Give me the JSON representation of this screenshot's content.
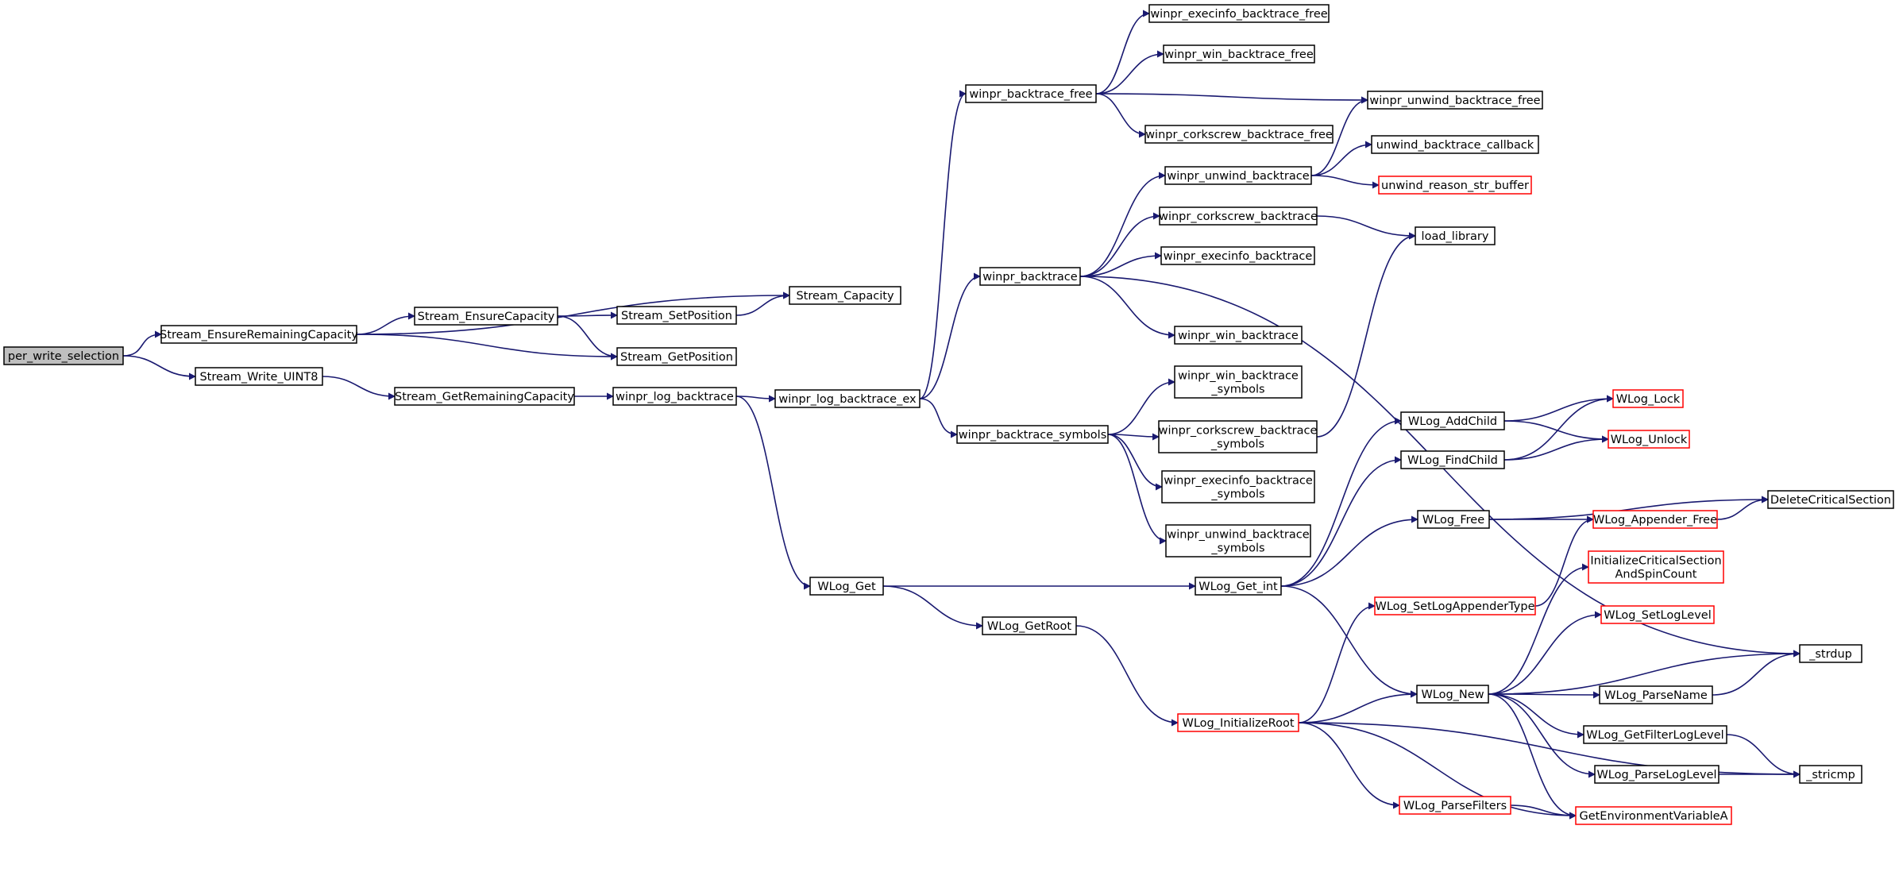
{
  "diagram": {
    "kind": "call graph",
    "colors": {
      "edge": "#191970",
      "node_border": "#000000",
      "truncated_node_border": "#ff0000",
      "root_fill": "#bfbfbf"
    },
    "nodes": [
      {
        "id": "per_write_selection",
        "lines": [
          "per_write_selection"
        ],
        "style": "root"
      },
      {
        "id": "Stream_EnsureRemainingCapacity",
        "lines": [
          "Stream_EnsureRemainingCapacity"
        ],
        "style": "normal"
      },
      {
        "id": "Stream_Write_UINT8",
        "lines": [
          "Stream_Write_UINT8"
        ],
        "style": "normal"
      },
      {
        "id": "Stream_EnsureCapacity",
        "lines": [
          "Stream_EnsureCapacity"
        ],
        "style": "normal"
      },
      {
        "id": "Stream_GetPosition",
        "lines": [
          "Stream_GetPosition"
        ],
        "style": "normal"
      },
      {
        "id": "Stream_Capacity",
        "lines": [
          "Stream_Capacity"
        ],
        "style": "normal"
      },
      {
        "id": "Stream_SetPosition",
        "lines": [
          "Stream_SetPosition"
        ],
        "style": "normal"
      },
      {
        "id": "Stream_GetRemainingCapacity",
        "lines": [
          "Stream_GetRemainingCapacity"
        ],
        "style": "normal"
      },
      {
        "id": "winpr_log_backtrace",
        "lines": [
          "winpr_log_backtrace"
        ],
        "style": "normal"
      },
      {
        "id": "winpr_log_backtrace_ex",
        "lines": [
          "winpr_log_backtrace_ex"
        ],
        "style": "normal"
      },
      {
        "id": "WLog_Get",
        "lines": [
          "WLog_Get"
        ],
        "style": "normal"
      },
      {
        "id": "winpr_backtrace_free",
        "lines": [
          "winpr_backtrace_free"
        ],
        "style": "normal"
      },
      {
        "id": "winpr_backtrace",
        "lines": [
          "winpr_backtrace"
        ],
        "style": "normal"
      },
      {
        "id": "winpr_backtrace_symbols",
        "lines": [
          "winpr_backtrace_symbols"
        ],
        "style": "normal"
      },
      {
        "id": "winpr_execinfo_backtrace_free",
        "lines": [
          "winpr_execinfo_backtrace_free"
        ],
        "style": "normal"
      },
      {
        "id": "winpr_win_backtrace_free",
        "lines": [
          "winpr_win_backtrace_free"
        ],
        "style": "normal"
      },
      {
        "id": "winpr_unwind_backtrace_free",
        "lines": [
          "winpr_unwind_backtrace_free"
        ],
        "style": "normal"
      },
      {
        "id": "winpr_corkscrew_backtrace_free",
        "lines": [
          "winpr_corkscrew_backtrace_free"
        ],
        "style": "normal"
      },
      {
        "id": "winpr_unwind_backtrace",
        "lines": [
          "winpr_unwind_backtrace"
        ],
        "style": "normal"
      },
      {
        "id": "unwind_backtrace_callback",
        "lines": [
          "unwind_backtrace_callback"
        ],
        "style": "normal"
      },
      {
        "id": "unwind_reason_str_buffer",
        "lines": [
          "unwind_reason_str_buffer"
        ],
        "style": "truncated"
      },
      {
        "id": "winpr_corkscrew_backtrace",
        "lines": [
          "winpr_corkscrew_backtrace"
        ],
        "style": "normal"
      },
      {
        "id": "load_library",
        "lines": [
          "load_library"
        ],
        "style": "normal"
      },
      {
        "id": "winpr_execinfo_backtrace",
        "lines": [
          "winpr_execinfo_backtrace"
        ],
        "style": "normal"
      },
      {
        "id": "winpr_win_backtrace",
        "lines": [
          "winpr_win_backtrace"
        ],
        "style": "normal"
      },
      {
        "id": "winpr_win_backtrace_symbols",
        "lines": [
          "winpr_win_backtrace",
          "_symbols"
        ],
        "style": "normal"
      },
      {
        "id": "winpr_corkscrew_backtrace_symbols",
        "lines": [
          "winpr_corkscrew_backtrace",
          "_symbols"
        ],
        "style": "normal"
      },
      {
        "id": "winpr_execinfo_backtrace_symbols",
        "lines": [
          "winpr_execinfo_backtrace",
          "_symbols"
        ],
        "style": "normal"
      },
      {
        "id": "winpr_unwind_backtrace_symbols",
        "lines": [
          "winpr_unwind_backtrace",
          "_symbols"
        ],
        "style": "normal"
      },
      {
        "id": "WLog_GetRoot",
        "lines": [
          "WLog_GetRoot"
        ],
        "style": "normal"
      },
      {
        "id": "WLog_Get_int",
        "lines": [
          "WLog_Get_int"
        ],
        "style": "normal"
      },
      {
        "id": "WLog_InitializeRoot",
        "lines": [
          "WLog_InitializeRoot"
        ],
        "style": "truncated"
      },
      {
        "id": "WLog_AddChild",
        "lines": [
          "WLog_AddChild"
        ],
        "style": "normal"
      },
      {
        "id": "WLog_FindChild",
        "lines": [
          "WLog_FindChild"
        ],
        "style": "normal"
      },
      {
        "id": "WLog_Free",
        "lines": [
          "WLog_Free"
        ],
        "style": "normal"
      },
      {
        "id": "WLog_New",
        "lines": [
          "WLog_New"
        ],
        "style": "normal"
      },
      {
        "id": "WLog_Lock",
        "lines": [
          "WLog_Lock"
        ],
        "style": "truncated"
      },
      {
        "id": "WLog_Unlock",
        "lines": [
          "WLog_Unlock"
        ],
        "style": "truncated"
      },
      {
        "id": "WLog_Appender_Free",
        "lines": [
          "WLog_Appender_Free"
        ],
        "style": "truncated"
      },
      {
        "id": "DeleteCriticalSection",
        "lines": [
          "DeleteCriticalSection"
        ],
        "style": "normal"
      },
      {
        "id": "WLog_SetLogAppenderType",
        "lines": [
          "WLog_SetLogAppenderType"
        ],
        "style": "truncated"
      },
      {
        "id": "InitializeCriticalSectionAndSpinCount",
        "lines": [
          "InitializeCriticalSection",
          "AndSpinCount"
        ],
        "style": "truncated"
      },
      {
        "id": "WLog_SetLogLevel",
        "lines": [
          "WLog_SetLogLevel"
        ],
        "style": "truncated"
      },
      {
        "id": "_strdup",
        "lines": [
          "_strdup"
        ],
        "style": "normal"
      },
      {
        "id": "WLog_ParseName",
        "lines": [
          "WLog_ParseName"
        ],
        "style": "normal"
      },
      {
        "id": "WLog_GetFilterLogLevel",
        "lines": [
          "WLog_GetFilterLogLevel"
        ],
        "style": "normal"
      },
      {
        "id": "WLog_ParseLogLevel",
        "lines": [
          "WLog_ParseLogLevel"
        ],
        "style": "normal"
      },
      {
        "id": "_stricmp",
        "lines": [
          "_stricmp"
        ],
        "style": "normal"
      },
      {
        "id": "WLog_ParseFilters",
        "lines": [
          "WLog_ParseFilters"
        ],
        "style": "truncated"
      },
      {
        "id": "GetEnvironmentVariableA",
        "lines": [
          "GetEnvironmentVariableA"
        ],
        "style": "truncated"
      }
    ],
    "edges": [
      [
        "per_write_selection",
        "Stream_EnsureRemainingCapacity"
      ],
      [
        "per_write_selection",
        "Stream_Write_UINT8"
      ],
      [
        "Stream_EnsureRemainingCapacity",
        "Stream_Capacity"
      ],
      [
        "Stream_EnsureRemainingCapacity",
        "Stream_EnsureCapacity"
      ],
      [
        "Stream_EnsureRemainingCapacity",
        "Stream_GetPosition"
      ],
      [
        "Stream_EnsureCapacity",
        "Stream_SetPosition"
      ],
      [
        "Stream_EnsureCapacity",
        "Stream_GetPosition"
      ],
      [
        "Stream_SetPosition",
        "Stream_Capacity"
      ],
      [
        "Stream_Write_UINT8",
        "Stream_GetRemainingCapacity"
      ],
      [
        "Stream_GetRemainingCapacity",
        "winpr_log_backtrace"
      ],
      [
        "winpr_log_backtrace",
        "winpr_log_backtrace_ex"
      ],
      [
        "winpr_log_backtrace",
        "WLog_Get"
      ],
      [
        "winpr_log_backtrace_ex",
        "winpr_backtrace_free"
      ],
      [
        "winpr_log_backtrace_ex",
        "winpr_backtrace"
      ],
      [
        "winpr_log_backtrace_ex",
        "winpr_backtrace_symbols"
      ],
      [
        "winpr_backtrace_free",
        "winpr_execinfo_backtrace_free"
      ],
      [
        "winpr_backtrace_free",
        "winpr_win_backtrace_free"
      ],
      [
        "winpr_backtrace_free",
        "winpr_unwind_backtrace_free"
      ],
      [
        "winpr_backtrace_free",
        "winpr_corkscrew_backtrace_free"
      ],
      [
        "winpr_backtrace",
        "winpr_unwind_backtrace"
      ],
      [
        "winpr_backtrace",
        "winpr_corkscrew_backtrace"
      ],
      [
        "winpr_backtrace",
        "winpr_execinfo_backtrace"
      ],
      [
        "winpr_backtrace",
        "winpr_win_backtrace"
      ],
      [
        "winpr_backtrace",
        "_strdup"
      ],
      [
        "winpr_unwind_backtrace",
        "winpr_unwind_backtrace_free"
      ],
      [
        "winpr_unwind_backtrace",
        "unwind_backtrace_callback"
      ],
      [
        "winpr_unwind_backtrace",
        "unwind_reason_str_buffer"
      ],
      [
        "winpr_corkscrew_backtrace",
        "load_library"
      ],
      [
        "winpr_backtrace_symbols",
        "winpr_win_backtrace_symbols"
      ],
      [
        "winpr_backtrace_symbols",
        "winpr_corkscrew_backtrace_symbols"
      ],
      [
        "winpr_backtrace_symbols",
        "winpr_execinfo_backtrace_symbols"
      ],
      [
        "winpr_backtrace_symbols",
        "winpr_unwind_backtrace_symbols"
      ],
      [
        "winpr_corkscrew_backtrace_symbols",
        "load_library"
      ],
      [
        "WLog_Get",
        "WLog_Get_int"
      ],
      [
        "WLog_Get",
        "WLog_GetRoot"
      ],
      [
        "WLog_GetRoot",
        "WLog_InitializeRoot"
      ],
      [
        "WLog_Get_int",
        "WLog_AddChild"
      ],
      [
        "WLog_Get_int",
        "WLog_FindChild"
      ],
      [
        "WLog_Get_int",
        "WLog_Free"
      ],
      [
        "WLog_Get_int",
        "WLog_New"
      ],
      [
        "WLog_AddChild",
        "WLog_Lock"
      ],
      [
        "WLog_AddChild",
        "WLog_Unlock"
      ],
      [
        "WLog_FindChild",
        "WLog_Lock"
      ],
      [
        "WLog_FindChild",
        "WLog_Unlock"
      ],
      [
        "WLog_Free",
        "DeleteCriticalSection"
      ],
      [
        "WLog_Free",
        "WLog_Appender_Free"
      ],
      [
        "WLog_Appender_Free",
        "DeleteCriticalSection"
      ],
      [
        "WLog_SetLogAppenderType",
        "WLog_Appender_Free"
      ],
      [
        "WLog_InitializeRoot",
        "WLog_SetLogAppenderType"
      ],
      [
        "WLog_InitializeRoot",
        "WLog_New"
      ],
      [
        "WLog_InitializeRoot",
        "WLog_ParseFilters"
      ],
      [
        "WLog_InitializeRoot",
        "GetEnvironmentVariableA"
      ],
      [
        "WLog_InitializeRoot",
        "_stricmp"
      ],
      [
        "WLog_New",
        "InitializeCriticalSectionAndSpinCount"
      ],
      [
        "WLog_New",
        "WLog_SetLogLevel"
      ],
      [
        "WLog_New",
        "_strdup"
      ],
      [
        "WLog_New",
        "WLog_ParseName"
      ],
      [
        "WLog_New",
        "WLog_GetFilterLogLevel"
      ],
      [
        "WLog_New",
        "WLog_ParseLogLevel"
      ],
      [
        "WLog_New",
        "GetEnvironmentVariableA"
      ],
      [
        "WLog_ParseName",
        "_strdup"
      ],
      [
        "WLog_GetFilterLogLevel",
        "_stricmp"
      ],
      [
        "WLog_ParseLogLevel",
        "_stricmp"
      ],
      [
        "WLog_ParseFilters",
        "GetEnvironmentVariableA"
      ]
    ]
  }
}
